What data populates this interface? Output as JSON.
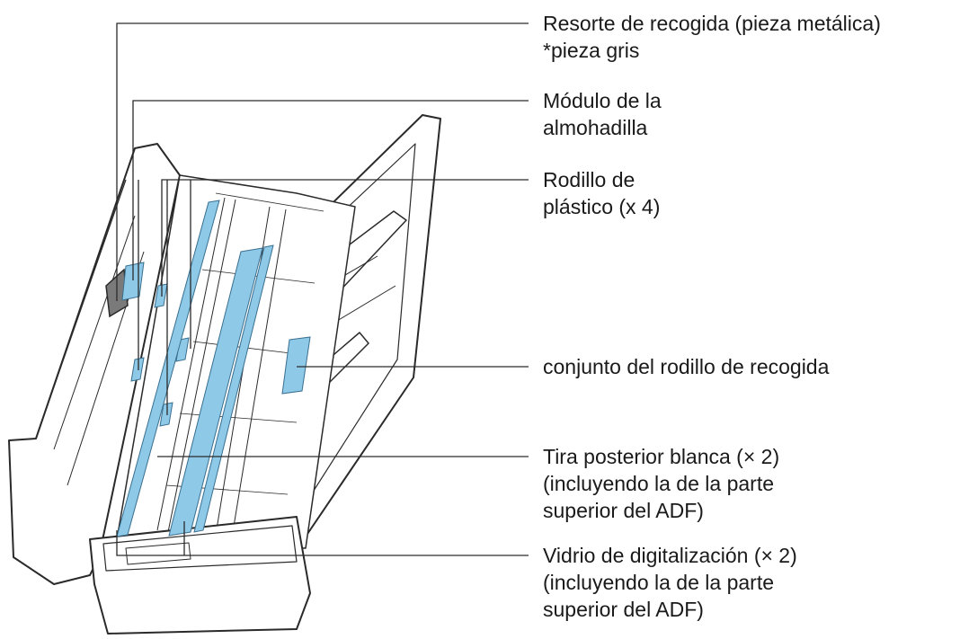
{
  "callouts": [
    {
      "id": "pick-spring",
      "lines": [
        "Resorte de recogida (pieza metálica)",
        "*pieza gris"
      ]
    },
    {
      "id": "pad-module",
      "lines": [
        "Módulo de la",
        "almohadilla"
      ]
    },
    {
      "id": "plastic-roller",
      "lines": [
        "Rodillo de",
        "plástico (x 4)"
      ]
    },
    {
      "id": "pick-roller-assembly",
      "lines": [
        "conjunto del rodillo de recogida"
      ]
    },
    {
      "id": "white-back-strip",
      "lines": [
        "Tira posterior blanca (× 2)",
        "(incluyendo la de la parte",
        "superior del ADF)"
      ]
    },
    {
      "id": "scanning-glass",
      "lines": [
        "Vidrio de digitalización (× 2)",
        "(incluyendo la de la parte",
        "superior del ADF)"
      ]
    }
  ],
  "colors": {
    "highlight": "#8ec9e8",
    "outline": "#2a2a2a",
    "grey_part": "#7a7a7a"
  }
}
